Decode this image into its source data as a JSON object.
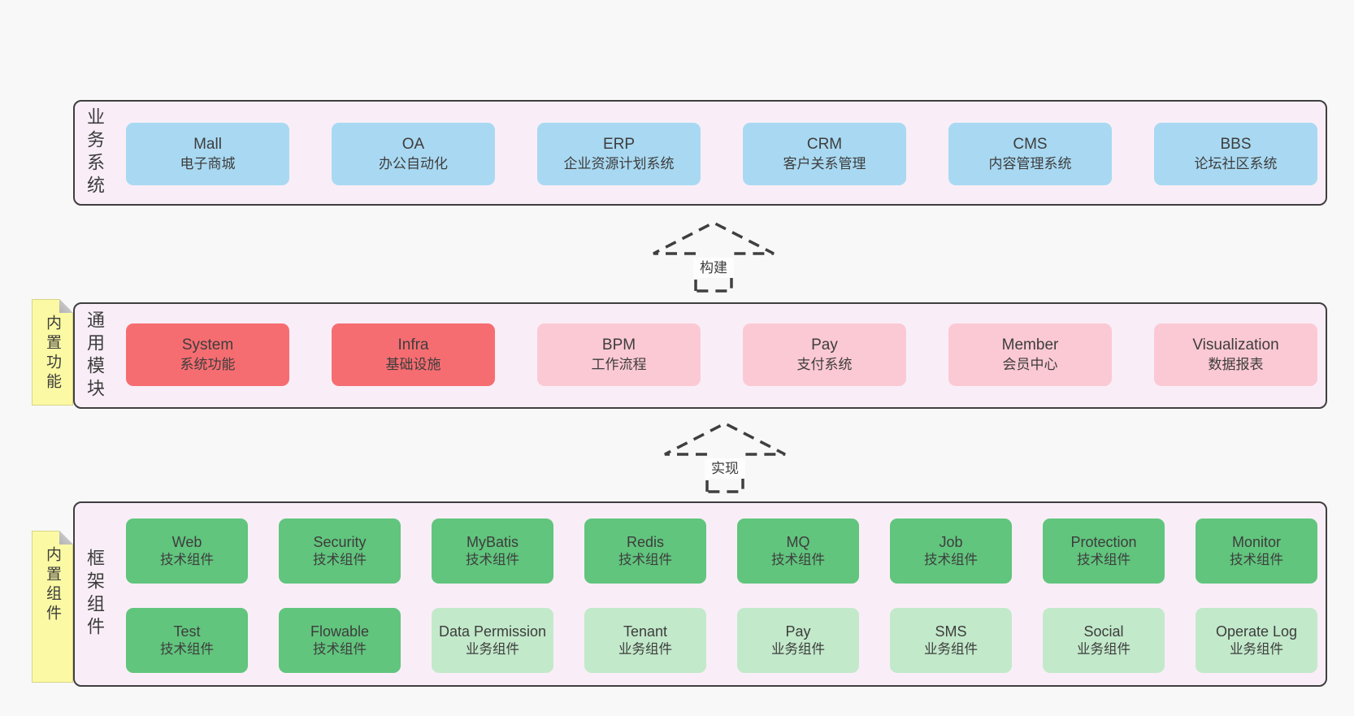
{
  "layers": {
    "business": {
      "label": "业务系统",
      "boxes": [
        {
          "name": "Mall",
          "desc": "电子商城"
        },
        {
          "name": "OA",
          "desc": "办公自动化"
        },
        {
          "name": "ERP",
          "desc": "企业资源计划系统"
        },
        {
          "name": "CRM",
          "desc": "客户关系管理"
        },
        {
          "name": "CMS",
          "desc": "内容管理系统"
        },
        {
          "name": "BBS",
          "desc": "论坛社区系统"
        }
      ]
    },
    "modules": {
      "label": "通用模块",
      "note": "内置功能",
      "boxes": [
        {
          "name": "System",
          "desc": "系统功能",
          "variant": "core"
        },
        {
          "name": "Infra",
          "desc": "基础设施",
          "variant": "core"
        },
        {
          "name": "BPM",
          "desc": "工作流程",
          "variant": "optional"
        },
        {
          "name": "Pay",
          "desc": "支付系统",
          "variant": "optional"
        },
        {
          "name": "Member",
          "desc": "会员中心",
          "variant": "optional"
        },
        {
          "name": "Visualization",
          "desc": "数据报表",
          "variant": "optional"
        }
      ]
    },
    "components": {
      "label": "框架组件",
      "note": "内置组件",
      "rows": [
        [
          {
            "name": "Web",
            "desc": "技术组件"
          },
          {
            "name": "Security",
            "desc": "技术组件"
          },
          {
            "name": "MyBatis",
            "desc": "技术组件"
          },
          {
            "name": "Redis",
            "desc": "技术组件"
          },
          {
            "name": "MQ",
            "desc": "技术组件"
          },
          {
            "name": "Job",
            "desc": "技术组件"
          },
          {
            "name": "Protection",
            "desc": "技术组件"
          },
          {
            "name": "Monitor",
            "desc": "技术组件"
          }
        ],
        [
          {
            "name": "Test",
            "desc": "技术组件",
            "variant": "tech"
          },
          {
            "name": "Flowable",
            "desc": "技术组件",
            "variant": "tech"
          },
          {
            "name": "Data Permission",
            "desc": "业务组件",
            "variant": "biz"
          },
          {
            "name": "Tenant",
            "desc": "业务组件",
            "variant": "biz"
          },
          {
            "name": "Pay",
            "desc": "业务组件",
            "variant": "biz"
          },
          {
            "name": "SMS",
            "desc": "业务组件",
            "variant": "biz"
          },
          {
            "name": "Social",
            "desc": "业务组件",
            "variant": "biz"
          },
          {
            "name": "Operate Log",
            "desc": "业务组件",
            "variant": "biz"
          }
        ]
      ]
    }
  },
  "arrows": [
    {
      "label": "构建"
    },
    {
      "label": "实现"
    }
  ],
  "colors": {
    "page_bg": "#f8f8f8",
    "layer_bg": "#f9eef7",
    "layer_border": "#3f3f3f",
    "business_box": "#a9d9f2",
    "core_module_box": "#f66d71",
    "optional_module_box": "#fbc9d4",
    "tech_component_box": "#61c57d",
    "biz_component_box": "#c2e9ca",
    "note_bg": "#fbf9a3",
    "text": "#3d3d3d"
  }
}
